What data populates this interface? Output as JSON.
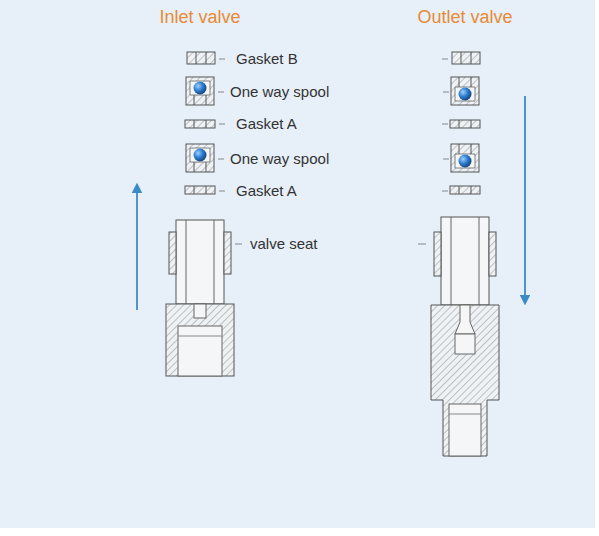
{
  "diagram": {
    "labels": [
      "Inlet valve",
      "Outlet valve",
      "Gasket B",
      "One way spool",
      "Gasket A",
      "One way spool",
      "Gasket A",
      "valve seat"
    ]
  }
}
